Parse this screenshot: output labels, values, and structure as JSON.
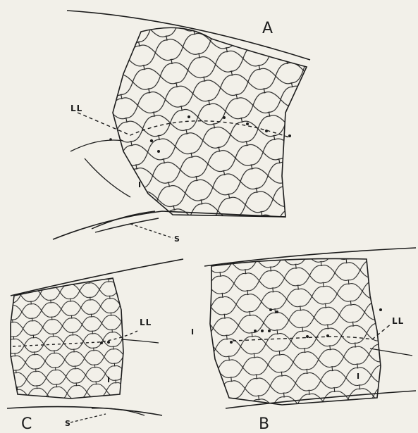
{
  "panels": [
    {
      "letter": "A",
      "lateral_line": "LL",
      "first": "I",
      "spine": "S"
    },
    {
      "letter": "B",
      "lateral_line": "LL",
      "first": "I",
      "first_left": "I"
    },
    {
      "letter": "C",
      "lateral_line": "LL",
      "first": "I",
      "spine": "S"
    }
  ],
  "colors": {
    "paper": "#f2f0e9",
    "ink": "#1c1c1c"
  }
}
